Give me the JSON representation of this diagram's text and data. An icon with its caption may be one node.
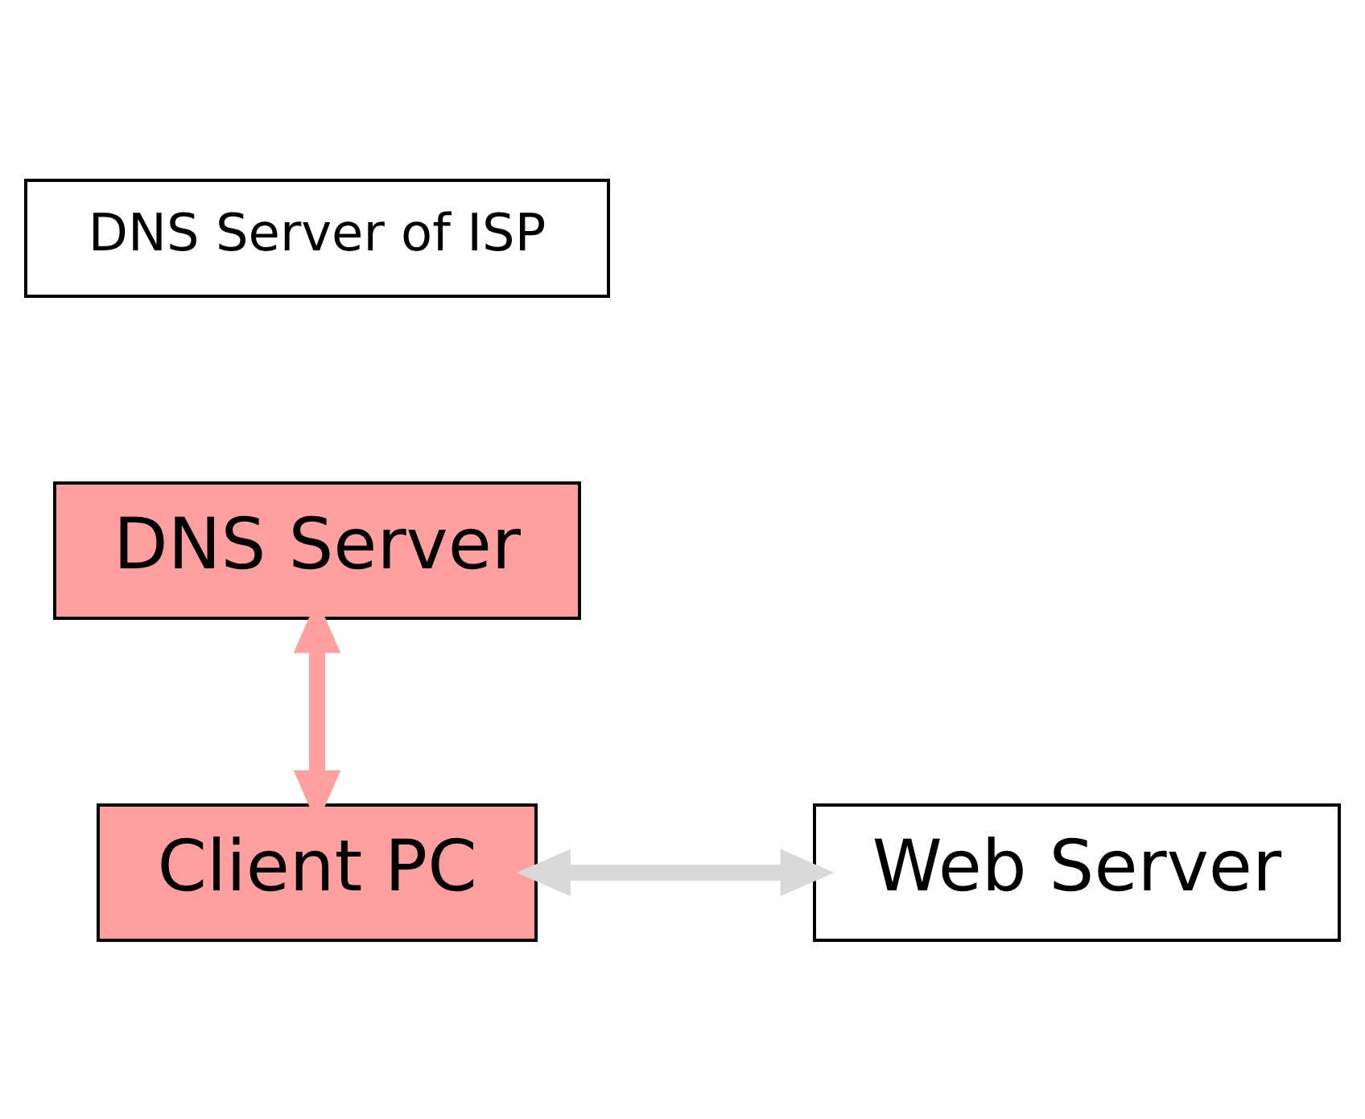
{
  "diagram": {
    "nodes": [
      {
        "text": [
          "DNS Server of ISP"
        ]
      },
      {
        "text": [
          "DNS Server"
        ]
      },
      {
        "text": [
          "Client PC"
        ]
      },
      {
        "text": [
          "Web Server"
        ]
      }
    ],
    "edges": [
      {
        "from": 1,
        "to": 2,
        "arrow": "both",
        "color": "#ff9f9f"
      },
      {
        "from": 2,
        "to": 3,
        "arrow": "both",
        "color": "#d9d9d9"
      }
    ]
  }
}
